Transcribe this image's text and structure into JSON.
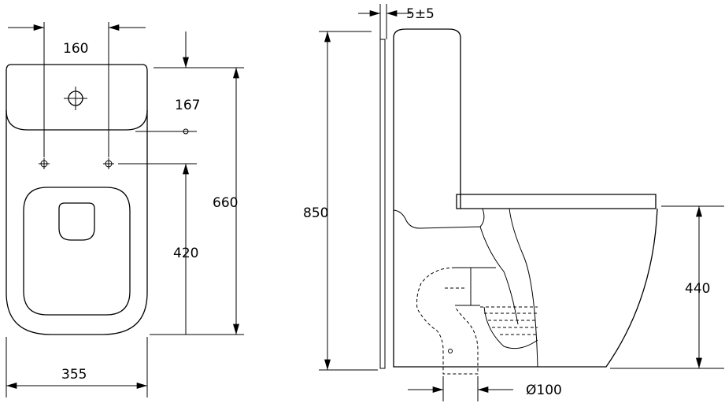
{
  "title": "Toilet dimension drawing",
  "plan_view": {
    "width_between_holes": "160",
    "hole_offset": "167",
    "total_depth": "660",
    "bolt_to_back": "420",
    "total_width": "355"
  },
  "side_view": {
    "wall_gap": "5±5",
    "total_height": "850",
    "seat_height": "440",
    "outlet_diameter": "Ø100"
  }
}
